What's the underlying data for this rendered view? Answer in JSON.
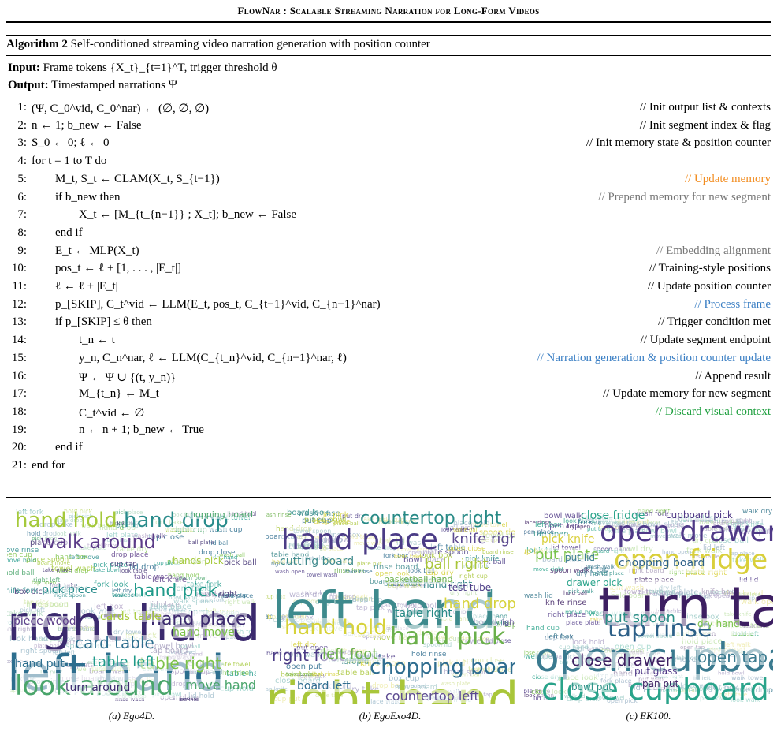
{
  "header": {
    "running_title": "FlowNar : Scalable Streaming Narration for Long-Form Videos"
  },
  "algorithm": {
    "label": "Algorithm 2",
    "title": "Self-conditioned streaming video narration generation with position counter",
    "input_label": "Input:",
    "input_text": "Frame tokens {X_t}_{t=1}^T, trigger threshold θ",
    "output_label": "Output:",
    "output_text": "Timestamped narrations Ψ",
    "lines": [
      {
        "num": "1:",
        "code": "(Ψ, C_0^vid, C_0^nar) ← (∅, ∅, ∅)",
        "comment": "// Init output list & contexts"
      },
      {
        "num": "2:",
        "code": "n ← 1; b_new ← False",
        "comment": "// Init segment index & flag"
      },
      {
        "num": "3:",
        "code": "S_0 ← 0; ℓ ← 0",
        "comment": "// Init memory state & position counter"
      },
      {
        "num": "4:",
        "code": "for t = 1 to T do",
        "comment": ""
      },
      {
        "num": "5:",
        "code": "M_t, S_t ← CLAM(X_t, S_{t−1})",
        "comment": "// Update memory"
      },
      {
        "num": "6:",
        "code": "if b_new then",
        "comment": "// Prepend memory for new segment"
      },
      {
        "num": "7:",
        "code": "X_t ← [M_{t_{n−1}} ; X_t]; b_new ← False",
        "comment": ""
      },
      {
        "num": "8:",
        "code": "end if",
        "comment": ""
      },
      {
        "num": "9:",
        "code": "E_t ← MLP(X_t)",
        "comment": "// Embedding alignment"
      },
      {
        "num": "10:",
        "code": "pos_t ← ℓ + [1, . . . , |E_t|]",
        "comment": "// Training-style positions"
      },
      {
        "num": "11:",
        "code": "ℓ ← ℓ + |E_t|",
        "comment": "// Update position counter"
      },
      {
        "num": "12:",
        "code": "p_[SKIP], C_t^vid ← LLM(E_t, pos_t, C_{t−1}^vid, C_{n−1}^nar)",
        "comment": "// Process frame"
      },
      {
        "num": "13:",
        "code": "if p_[SKIP] ≤ θ then",
        "comment": "// Trigger condition met"
      },
      {
        "num": "14:",
        "code": "t_n ← t",
        "comment": "// Update segment endpoint"
      },
      {
        "num": "15:",
        "code": "y_n, C_n^nar, ℓ ← LLM(C_{t_n}^vid, C_{n−1}^nar, ℓ)",
        "comment": "// Narration generation & position counter update"
      },
      {
        "num": "16:",
        "code": "Ψ ← Ψ ∪ {(t, y_n)}",
        "comment": "// Append result"
      },
      {
        "num": "17:",
        "code": "M_{t_n} ← M_t",
        "comment": "// Update memory for new segment"
      },
      {
        "num": "18:",
        "code": "C_t^vid ← ∅",
        "comment": "// Discard visual context"
      },
      {
        "num": "19:",
        "code": "n ← n + 1; b_new ← True",
        "comment": ""
      },
      {
        "num": "20:",
        "code": "end if",
        "comment": ""
      },
      {
        "num": "21:",
        "code": "end for",
        "comment": ""
      }
    ]
  },
  "comment_colors": {
    "gray": "#777777",
    "orange": "#f28c1f",
    "blue": "#3b7fc4",
    "green": "#20a040"
  },
  "figures": [
    {
      "caption_label": "(a)",
      "caption_name": "Ego4D.",
      "words": [
        "right hand",
        "left hand",
        "look around",
        "hand hold",
        "hand drop",
        "walk around",
        "hand pick",
        "table right",
        "hand place",
        "card table",
        "move hand",
        "cards table",
        "pick piece",
        "piece wood",
        "table left",
        "hand move",
        "turn around",
        "hand put",
        "chopping board",
        "hands pick"
      ]
    },
    {
      "caption_label": "(b)",
      "caption_name": "EgoExo4D.",
      "words": [
        "right hand",
        "left hand",
        "hand place",
        "hand pick",
        "chopping board",
        "hand hold",
        "countertop right",
        "knife right",
        "ball right",
        "cutting board",
        "right foot",
        "left foot",
        "board left",
        "hand drop",
        "table right",
        "countertop left",
        "soccer ball",
        "hand right",
        "test tube",
        "basketball hand"
      ]
    },
    {
      "caption_label": "(c)",
      "caption_name": "EK100.",
      "words": [
        "turn tap",
        "open cupboard",
        "close cupboard",
        "open drawer",
        "open fridge",
        "tap rinse",
        "put plate",
        "put spoon",
        "close drawer",
        "open tap",
        "close fridge",
        "cupboard pick",
        "pick knife",
        "chopping board",
        "dry hand",
        "bowl put",
        "pan put",
        "put lid",
        "drawer pick",
        "put glass"
      ]
    }
  ]
}
